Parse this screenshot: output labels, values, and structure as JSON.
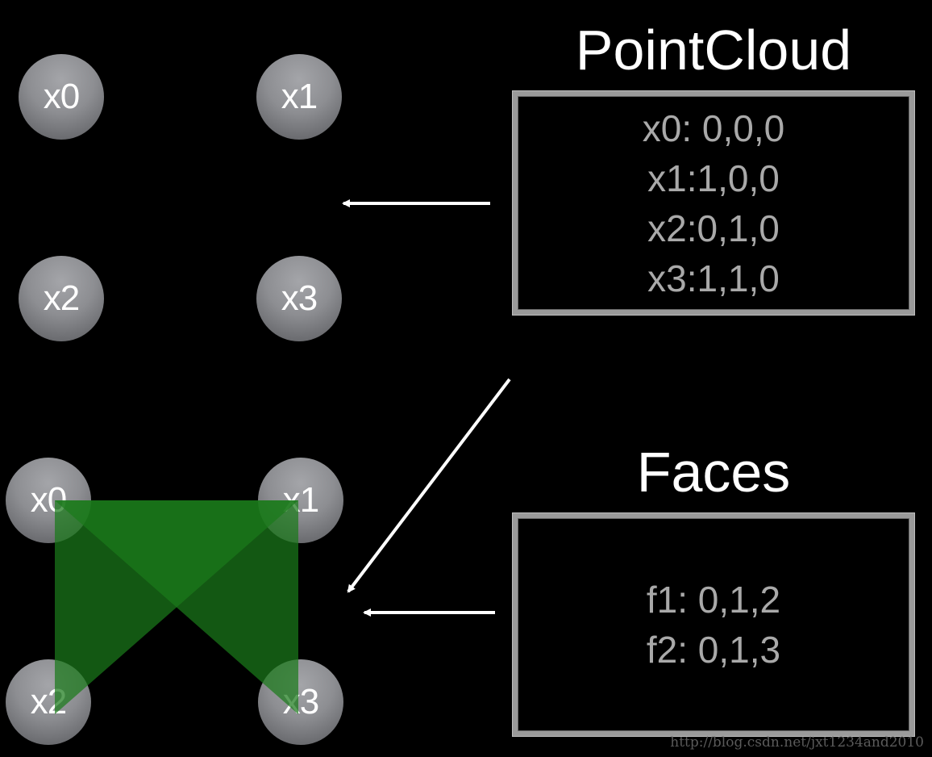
{
  "pointcloud": {
    "title": "PointCloud",
    "lines": [
      "x0: 0,0,0",
      "x1:1,0,0",
      "x2:0,1,0",
      "x3:1,1,0"
    ]
  },
  "faces": {
    "title": "Faces",
    "lines": [
      "f1: 0,1,2",
      "f2: 0,1,3"
    ]
  },
  "nodes_top": [
    "x0",
    "x1",
    "x2",
    "x3"
  ],
  "nodes_bottom": [
    "x0",
    "x1",
    "x2",
    "x3"
  ],
  "watermark": "http://blog.csdn.net/jxt1234and2010",
  "colors": {
    "background": "#000000",
    "face_fill": "#1a7a1a",
    "arrow": "#ffffff",
    "box_border": "#9a9a9a",
    "box_text": "#a9a9a9"
  }
}
